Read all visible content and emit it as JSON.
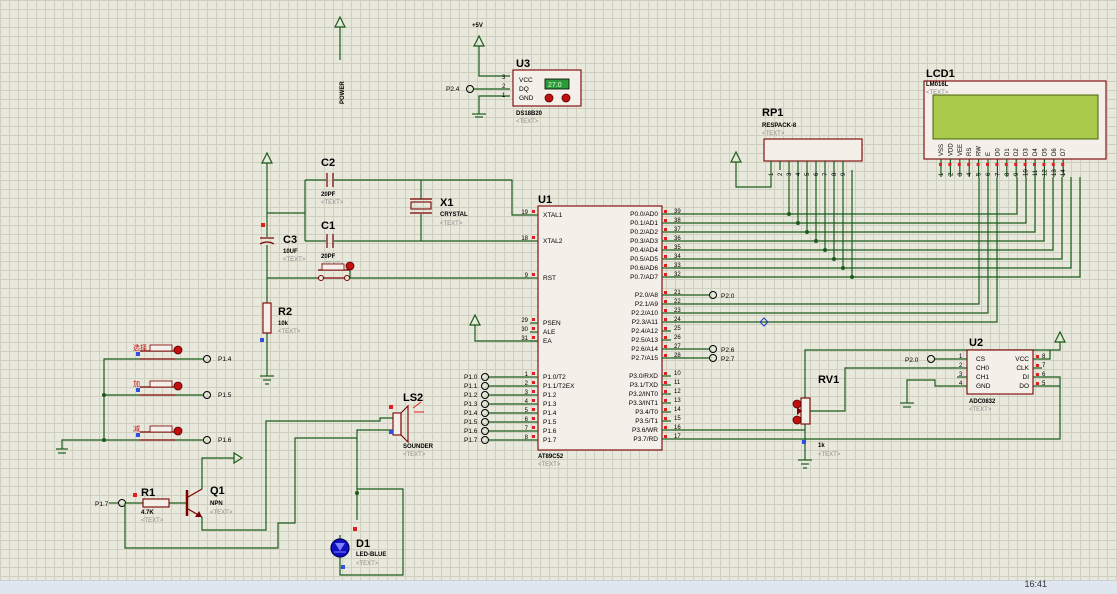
{
  "text_placeholder": "<TEXT>",
  "power": {
    "label": "POWER"
  },
  "plus5v": {
    "label": "+5V"
  },
  "u3": {
    "ref": "U3",
    "part": "DS18B20",
    "pins": [
      "VCC",
      "DQ",
      "GND"
    ],
    "pin_numbers": [
      "3",
      "2",
      "1"
    ],
    "display": "27.0",
    "net": "P2.4"
  },
  "c2": {
    "ref": "C2",
    "value": "20PF"
  },
  "c1": {
    "ref": "C1",
    "value": "20PF"
  },
  "c3": {
    "ref": "C3",
    "value": "10UF"
  },
  "x1": {
    "ref": "X1",
    "value": "CRYSTAL"
  },
  "r2": {
    "ref": "R2",
    "value": "10k"
  },
  "rp1": {
    "ref": "RP1",
    "value": "RESPACK-8",
    "pins": [
      "1",
      "2",
      "3",
      "4",
      "5",
      "6",
      "7",
      "8",
      "9"
    ]
  },
  "lcd1": {
    "ref": "LCD1",
    "part": "LM016L",
    "pins": [
      "VSS",
      "VDD",
      "VEE",
      "RS",
      "RW",
      "E",
      "D0",
      "D1",
      "D2",
      "D3",
      "D4",
      "D5",
      "D6",
      "D7"
    ],
    "pin_numbers": [
      "1",
      "2",
      "3",
      "4",
      "5",
      "6",
      "7",
      "8",
      "9",
      "10",
      "11",
      "12",
      "13",
      "14"
    ]
  },
  "u1": {
    "ref": "U1",
    "part": "AT89C52",
    "left_pins": [
      {
        "num": "19",
        "name": "XTAL1"
      },
      {
        "num": "18",
        "name": "XTAL2"
      },
      {
        "num": "9",
        "name": "RST"
      },
      {
        "num": "29",
        "name": "PSEN"
      },
      {
        "num": "30",
        "name": "ALE"
      },
      {
        "num": "31",
        "name": "EA"
      },
      {
        "num": "1",
        "name": "P1.0/T2"
      },
      {
        "num": "2",
        "name": "P1.1/T2EX"
      },
      {
        "num": "3",
        "name": "P1.2"
      },
      {
        "num": "4",
        "name": "P1.3"
      },
      {
        "num": "5",
        "name": "P1.4"
      },
      {
        "num": "6",
        "name": "P1.5"
      },
      {
        "num": "7",
        "name": "P1.6"
      },
      {
        "num": "8",
        "name": "P1.7"
      }
    ],
    "right_pins": [
      {
        "num": "39",
        "name": "P0.0/AD0"
      },
      {
        "num": "38",
        "name": "P0.1/AD1"
      },
      {
        "num": "37",
        "name": "P0.2/AD2"
      },
      {
        "num": "36",
        "name": "P0.3/AD3"
      },
      {
        "num": "35",
        "name": "P0.4/AD4"
      },
      {
        "num": "34",
        "name": "P0.5/AD5"
      },
      {
        "num": "33",
        "name": "P0.6/AD6"
      },
      {
        "num": "32",
        "name": "P0.7/AD7"
      },
      {
        "num": "21",
        "name": "P2.0/A8"
      },
      {
        "num": "22",
        "name": "P2.1/A9"
      },
      {
        "num": "23",
        "name": "P2.2/A10"
      },
      {
        "num": "24",
        "name": "P2.3/A11"
      },
      {
        "num": "25",
        "name": "P2.4/A12"
      },
      {
        "num": "26",
        "name": "P2.5/A13"
      },
      {
        "num": "27",
        "name": "P2.6/A14"
      },
      {
        "num": "28",
        "name": "P2.7/A15"
      },
      {
        "num": "10",
        "name": "P3.0/RXD"
      },
      {
        "num": "11",
        "name": "P3.1/TXD"
      },
      {
        "num": "12",
        "name": "P3.2/INT0"
      },
      {
        "num": "13",
        "name": "P3.3/INT1"
      },
      {
        "num": "14",
        "name": "P3.4/T0"
      },
      {
        "num": "15",
        "name": "P3.5/T1"
      },
      {
        "num": "16",
        "name": "P3.6/WR"
      },
      {
        "num": "17",
        "name": "P3.7/RD"
      }
    ],
    "left_nets": [
      "P1.0",
      "P1.1",
      "P1.2",
      "P1.3",
      "P1.4",
      "P1.5",
      "P1.6",
      "P1.7"
    ],
    "right_nets": [
      "P2.0",
      "P2.6",
      "P2.7"
    ]
  },
  "buttons": {
    "labels": [
      "选择",
      "加",
      "减"
    ],
    "nets": [
      "P1.4",
      "P1.5",
      "P1.6"
    ]
  },
  "r1": {
    "ref": "R1",
    "value": "4.7K",
    "net": "P1.7"
  },
  "q1": {
    "ref": "Q1",
    "value": "NPN"
  },
  "ls2": {
    "ref": "LS2",
    "value": "SOUNDER"
  },
  "d1": {
    "ref": "D1",
    "value": "LED-BLUE"
  },
  "rv1": {
    "ref": "RV1",
    "value": "1k"
  },
  "u2": {
    "ref": "U2",
    "part": "ADC0832",
    "left_pins": [
      "CS",
      "CH0",
      "CH1",
      "GND"
    ],
    "left_nums": [
      "1",
      "2",
      "3",
      "4"
    ],
    "right_pins": [
      "VCC",
      "CLK",
      "DI",
      "DO"
    ],
    "right_nums": [
      "8",
      "7",
      "6",
      "5"
    ],
    "net": "P2.0"
  },
  "taskbar": {
    "time": "16:41"
  },
  "colors": {
    "sheet": "#e9e8dc",
    "grid": "#cfcfc0",
    "wire": "#1a5c1a",
    "component": "#7a0000",
    "lcd_screen": "#a8c94a",
    "led": "#1010c0",
    "u3_display": "#2b9a3a"
  }
}
